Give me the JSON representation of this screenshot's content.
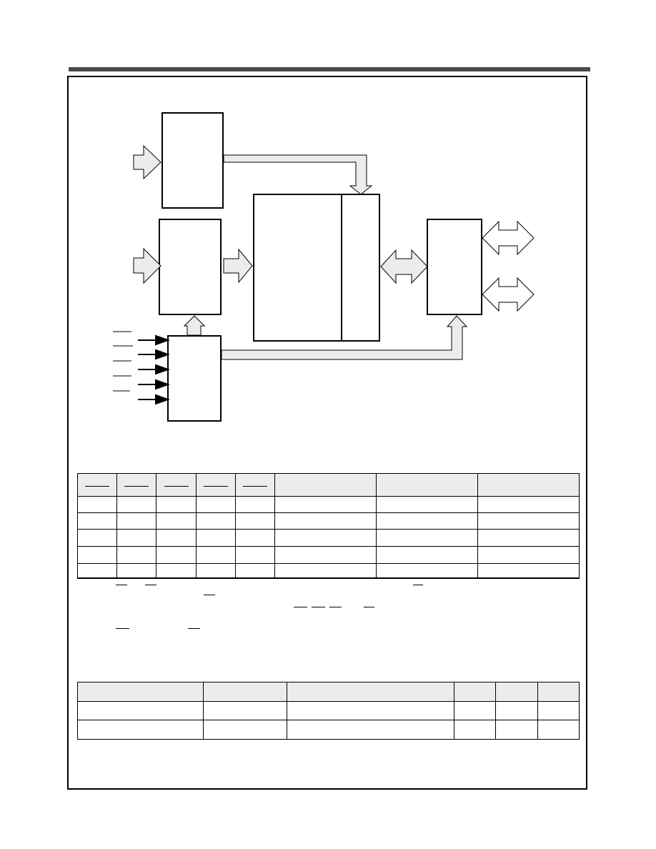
{
  "page": {
    "rule_color": "#4a4a4a",
    "fill_color": "#ececec"
  },
  "diagram": {
    "blocks": [
      "block-top-left",
      "block-mid-left",
      "block-memory-array",
      "block-io-buffer",
      "block-control"
    ],
    "control_inputs": 5
  },
  "truth_table": {
    "columns": 8,
    "header_cells": [
      "",
      "",
      "",
      "",
      "",
      "",
      "",
      ""
    ],
    "rows": [
      [
        "",
        "",
        "",
        "",
        "",
        "",
        "",
        ""
      ],
      [
        "",
        "",
        "",
        "",
        "",
        "",
        "",
        ""
      ],
      [
        "",
        "",
        "",
        "",
        "",
        "",
        "",
        ""
      ],
      [
        "",
        "",
        "",
        "",
        "",
        "",
        "",
        ""
      ],
      [
        "",
        "",
        "",
        "",
        "",
        "",
        "",
        ""
      ]
    ]
  },
  "param_table": {
    "columns": 6,
    "header_cells": [
      "",
      "",
      "",
      "",
      "",
      ""
    ],
    "rows": [
      [
        "",
        "",
        "",
        "",
        "",
        ""
      ],
      [
        "",
        "",
        "",
        "",
        "",
        ""
      ]
    ]
  }
}
